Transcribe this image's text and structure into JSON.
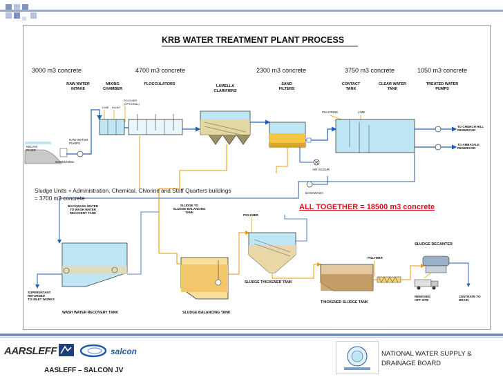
{
  "title": "KRB WATER TREATMENT PLANT PROCESS",
  "concrete": {
    "raw": "3000 m3 concrete",
    "floc": "4700 m3 concrete",
    "sand": "2300 m3 concrete",
    "contact": "3750 m3 concrete",
    "pumps": "1050 m3 concrete"
  },
  "stages": {
    "raw_intake": [
      "RAW WATER",
      "INTAKE"
    ],
    "mixing": [
      "MIXING",
      "CHAMBER"
    ],
    "flocculators": "FLOCCULATORS",
    "lamella": [
      "LAMELLA",
      "CLARIFIERS"
    ],
    "sand": [
      "SAND",
      "FILTERS"
    ],
    "contact": [
      "CONTACT",
      "TANK"
    ],
    "clear": [
      "CLEAR WATER",
      "TANK"
    ],
    "treated": [
      "TREATED WATER",
      "PUMPS"
    ]
  },
  "small": {
    "polymer_opt": [
      "POLYMER",
      "(OPTIONAL)"
    ],
    "lime": "LIME",
    "alum": "ALUM",
    "chlorine": "CHLORINE",
    "lime2": "LIME",
    "raw_pumps": [
      "RAW WATER",
      "PUMPS"
    ],
    "river": [
      "KELANI",
      "RIVER"
    ],
    "screening": "SCREENING",
    "church": [
      "TO CHURCH HILL",
      "RESERVOIR"
    ],
    "ambatale": [
      "TO AMBATALE",
      "RESERVOIR"
    ],
    "air_scour": "AIR SCOUR",
    "backwash": "BACKWASH",
    "bw_to_recovery": [
      "BACKWASH WATER",
      "TO WASH WATER",
      "RECOVERY TANK"
    ],
    "sludge_to_bal": [
      "SLUDGE TO",
      "SLUDGE BALANCING",
      "TANK"
    ],
    "polymer1": "POLYMER",
    "polymer2": "POLYMER",
    "sludge_decanter": "SLUDGE DECANTER",
    "supernatant": [
      "SUPERNATANT",
      "RETURNED",
      "TO INLET WORKS"
    ],
    "removed": [
      "REMOVED",
      "OFF SITE"
    ],
    "centrate": [
      "CENTRATE TO",
      "DRAIN"
    ]
  },
  "tanks": {
    "wash": "WASH WATER RECOVERY TANK",
    "balancing": "SLUDGE BALANCING TANK",
    "thickener": "SLUDGE THICKENER TANK",
    "thickened": "THICKENED SLUDGE TANK"
  },
  "sludge_note": [
    "Sludge Units + Administration, Chemical, Chlorine and Staff Quarters buildings",
    "= 3700 m3 concrete"
  ],
  "total": "ALL TOGETHER  = 18500 m3 concrete",
  "footer": {
    "aarsleff": "AARSLEFF",
    "salcon": "salcon",
    "jv": "AASLEFF – SALCON JV",
    "nwsdb": [
      "NATIONAL WATER SUPPLY &",
      "DRAINAGE BOARD"
    ]
  },
  "colors": {
    "water": "#bfe6f4",
    "pipe_blue": "#1f5fb3",
    "pipe_orange": "#f0a500",
    "sludge": "#f2c66a",
    "total_red": "#d4131a"
  }
}
